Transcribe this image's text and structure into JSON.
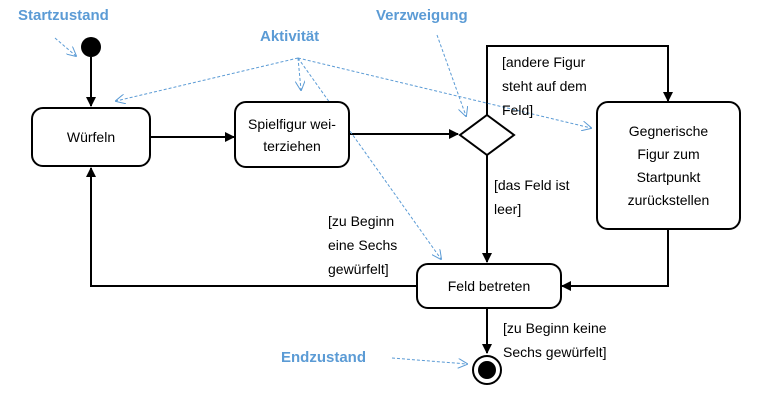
{
  "annotations": {
    "startzustand": "Startzustand",
    "aktivitaet": "Aktivität",
    "verzweigung": "Verzweigung",
    "endzustand": "Endzustand"
  },
  "nodes": {
    "wuerfeln": "Würfeln",
    "spielfigur": "Spielfigur wei-\nterziehen",
    "gegnerische": "Gegnerische\nFigur zum\nStartpunkt\nzurückstellen",
    "feld": "Feld betreten"
  },
  "guards": {
    "andere_figur": "[andere Figur\nsteht auf dem\nFeld]",
    "feld_leer": "[das Feld ist\nleer]",
    "zu_beginn_sechs": "[zu Beginn\neine Sechs\ngewürfelt]",
    "zu_beginn_keine": "[zu Beginn keine\nSechs gewürfelt]"
  },
  "colors": {
    "annotation": "#5b9bd5",
    "line": "#000000"
  }
}
